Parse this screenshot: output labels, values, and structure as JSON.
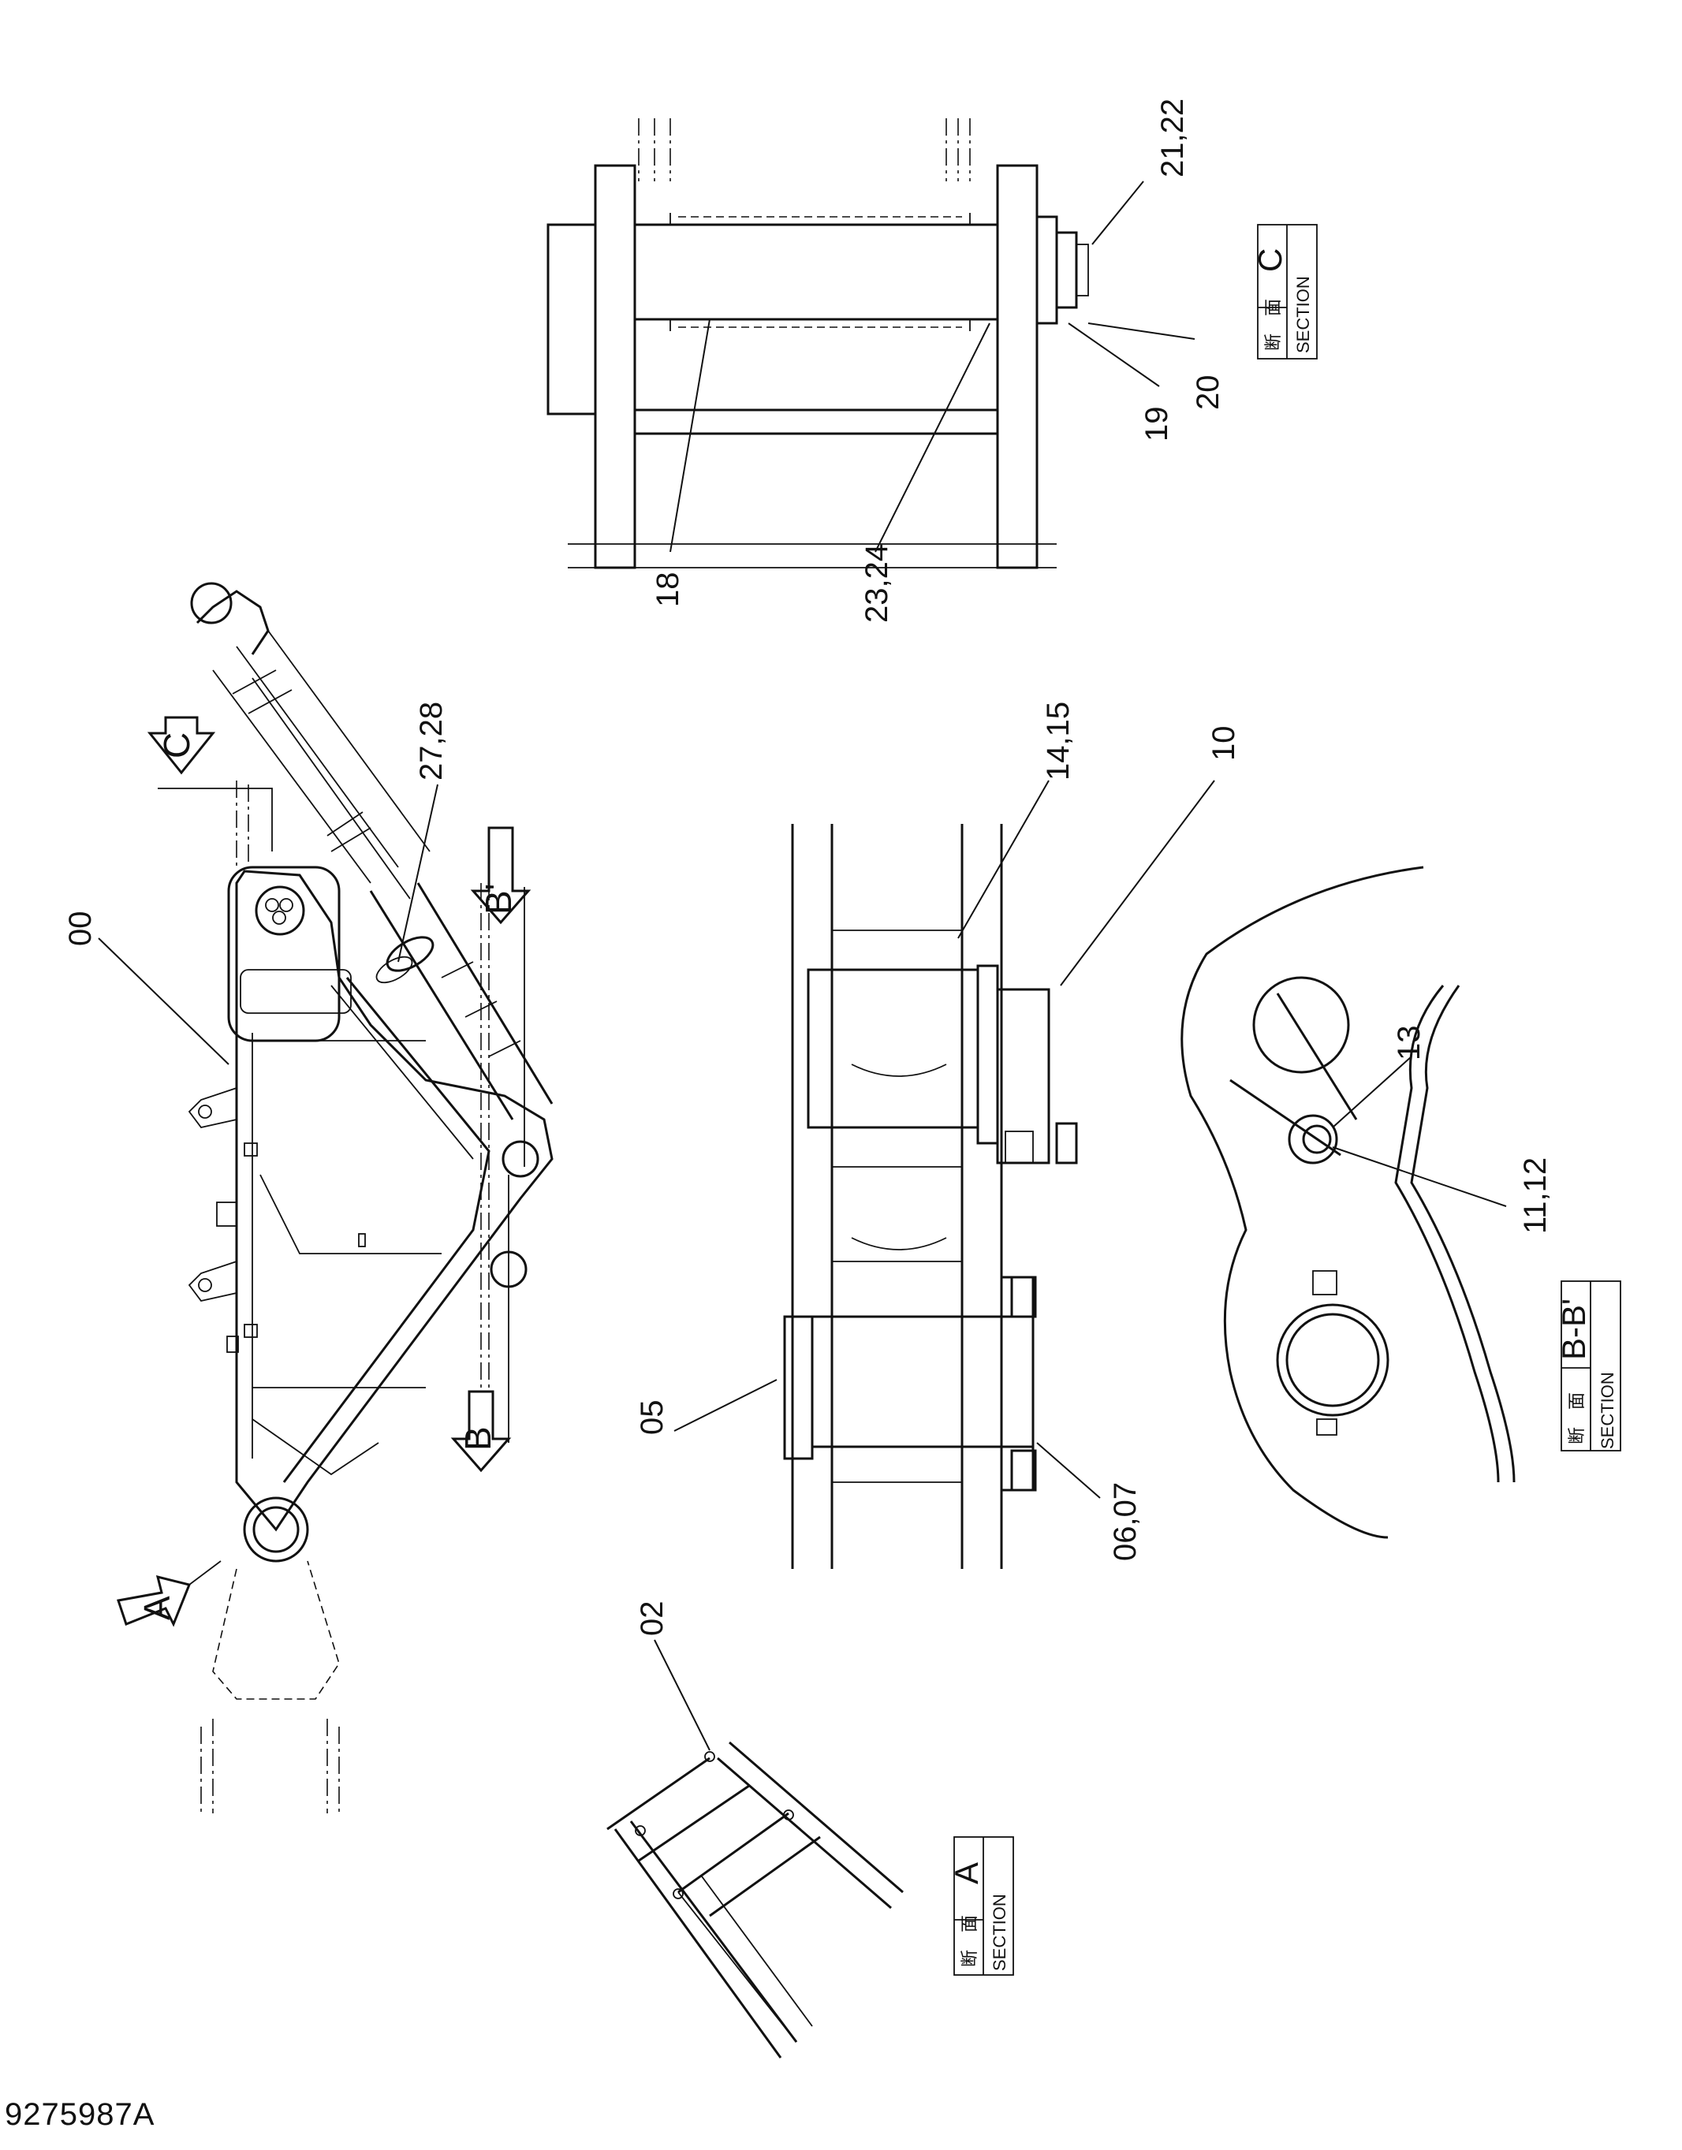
{
  "document": {
    "drawing_number": "9275987A"
  },
  "view_arrows": {
    "c": "C",
    "b_prime": "B'",
    "b": "B",
    "a": "A"
  },
  "part_callouts": {
    "p00": "00",
    "p02": "02",
    "p05": "05",
    "p06_07": "06,07",
    "p10": "10",
    "p11_12": "11,12",
    "p13": "13",
    "p14_15": "14,15",
    "p18": "18",
    "p19": "19",
    "p20": "20",
    "p21_22": "21,22",
    "p23_24": "23,24",
    "p27_28": "27,28"
  },
  "section_labels": {
    "jp": "断　面",
    "en": "SECTION",
    "c": "C",
    "bb": "B-B'",
    "a": "A"
  }
}
